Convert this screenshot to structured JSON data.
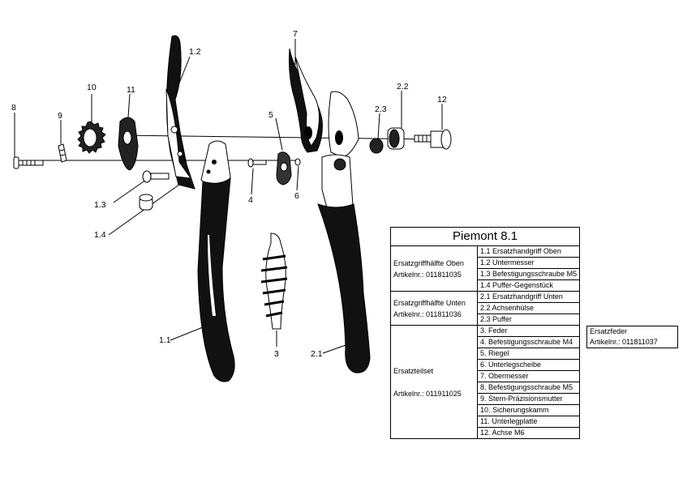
{
  "callouts": {
    "c1_1": "1.1",
    "c1_2": "1.2",
    "c1_3": "1.3",
    "c1_4": "1.4",
    "c2_1": "2.1",
    "c2_2": "2.2",
    "c2_3": "2.3",
    "c3": "3",
    "c4": "4",
    "c5": "5",
    "c6": "6",
    "c7": "7",
    "c8": "8",
    "c9": "9",
    "c10": "10",
    "c11": "11",
    "c12": "12"
  },
  "table": {
    "title": "Piemont 8.1",
    "groups": [
      {
        "name": "Ersatzgriffhälfte Oben",
        "article": "Artikelnr.: 011811035",
        "items": [
          "1.1 Ersatzhandgriff Oben",
          "1.2 Untermesser",
          "1.3 Befestigungsschraube M5",
          "1.4 Puffer-Gegenstück"
        ]
      },
      {
        "name": "Ersatzgriffhälfte Unten",
        "article": "Artikelnr.: 011811036",
        "items": [
          "2.1 Ersatzhandgriff Unten",
          "2.2 Achsenhülse",
          "2.3 Puffer"
        ]
      },
      {
        "name": "Ersatzteilset",
        "article": "Artikelnr.: 011911025",
        "items": [
          "3.   Feder",
          "4.   Befestigungsschraube M4",
          "5.   Riegel",
          "6.   Unterlegscheibe",
          "7.   Obermesser",
          "8.   Befestigungsschraube M5",
          "9.   Stern-Präzisionsmutter",
          "10. Sicherungskamm",
          "11. Unterlegplatte",
          "12. Achse M6"
        ]
      }
    ],
    "extra": {
      "name": "Ersatzfeder",
      "article": "Artikelnr.: 011811037"
    }
  }
}
